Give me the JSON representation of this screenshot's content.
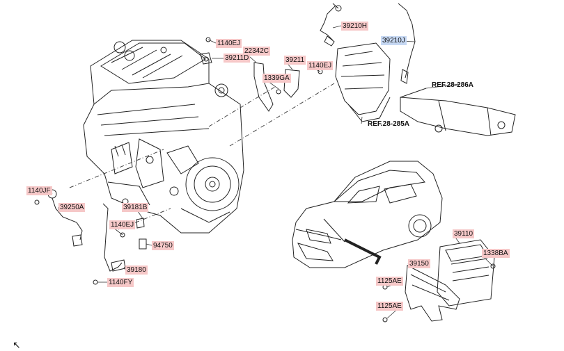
{
  "labels": {
    "p39210H": "39210H",
    "p39210J": "39210J",
    "p1140EJ_a": "1140EJ",
    "p22342C": "22342C",
    "p39211D": "39211D",
    "p39211": "39211",
    "p1140EJ_b": "1140EJ",
    "p1339GA": "1339GA",
    "ref286A": "REF.28-286A",
    "ref285A": "REF.28-285A",
    "p1140JF": "1140JF",
    "p39250A": "39250A",
    "p39181B": "39181B",
    "p1140EJ_c": "1140EJ",
    "p94750": "94750",
    "p39180": "39180",
    "p1140FY": "1140FY",
    "p39110": "39110",
    "p1338BA": "1338BA",
    "p39150": "39150",
    "p1125AE_a": "1125AE",
    "p1125AE_b": "1125AE"
  },
  "colors": {
    "part_highlight": "#f6c8c8",
    "selected_highlight": "#c6d8f3",
    "line": "#222222"
  },
  "icons": {
    "corner": "arrow-icon"
  }
}
